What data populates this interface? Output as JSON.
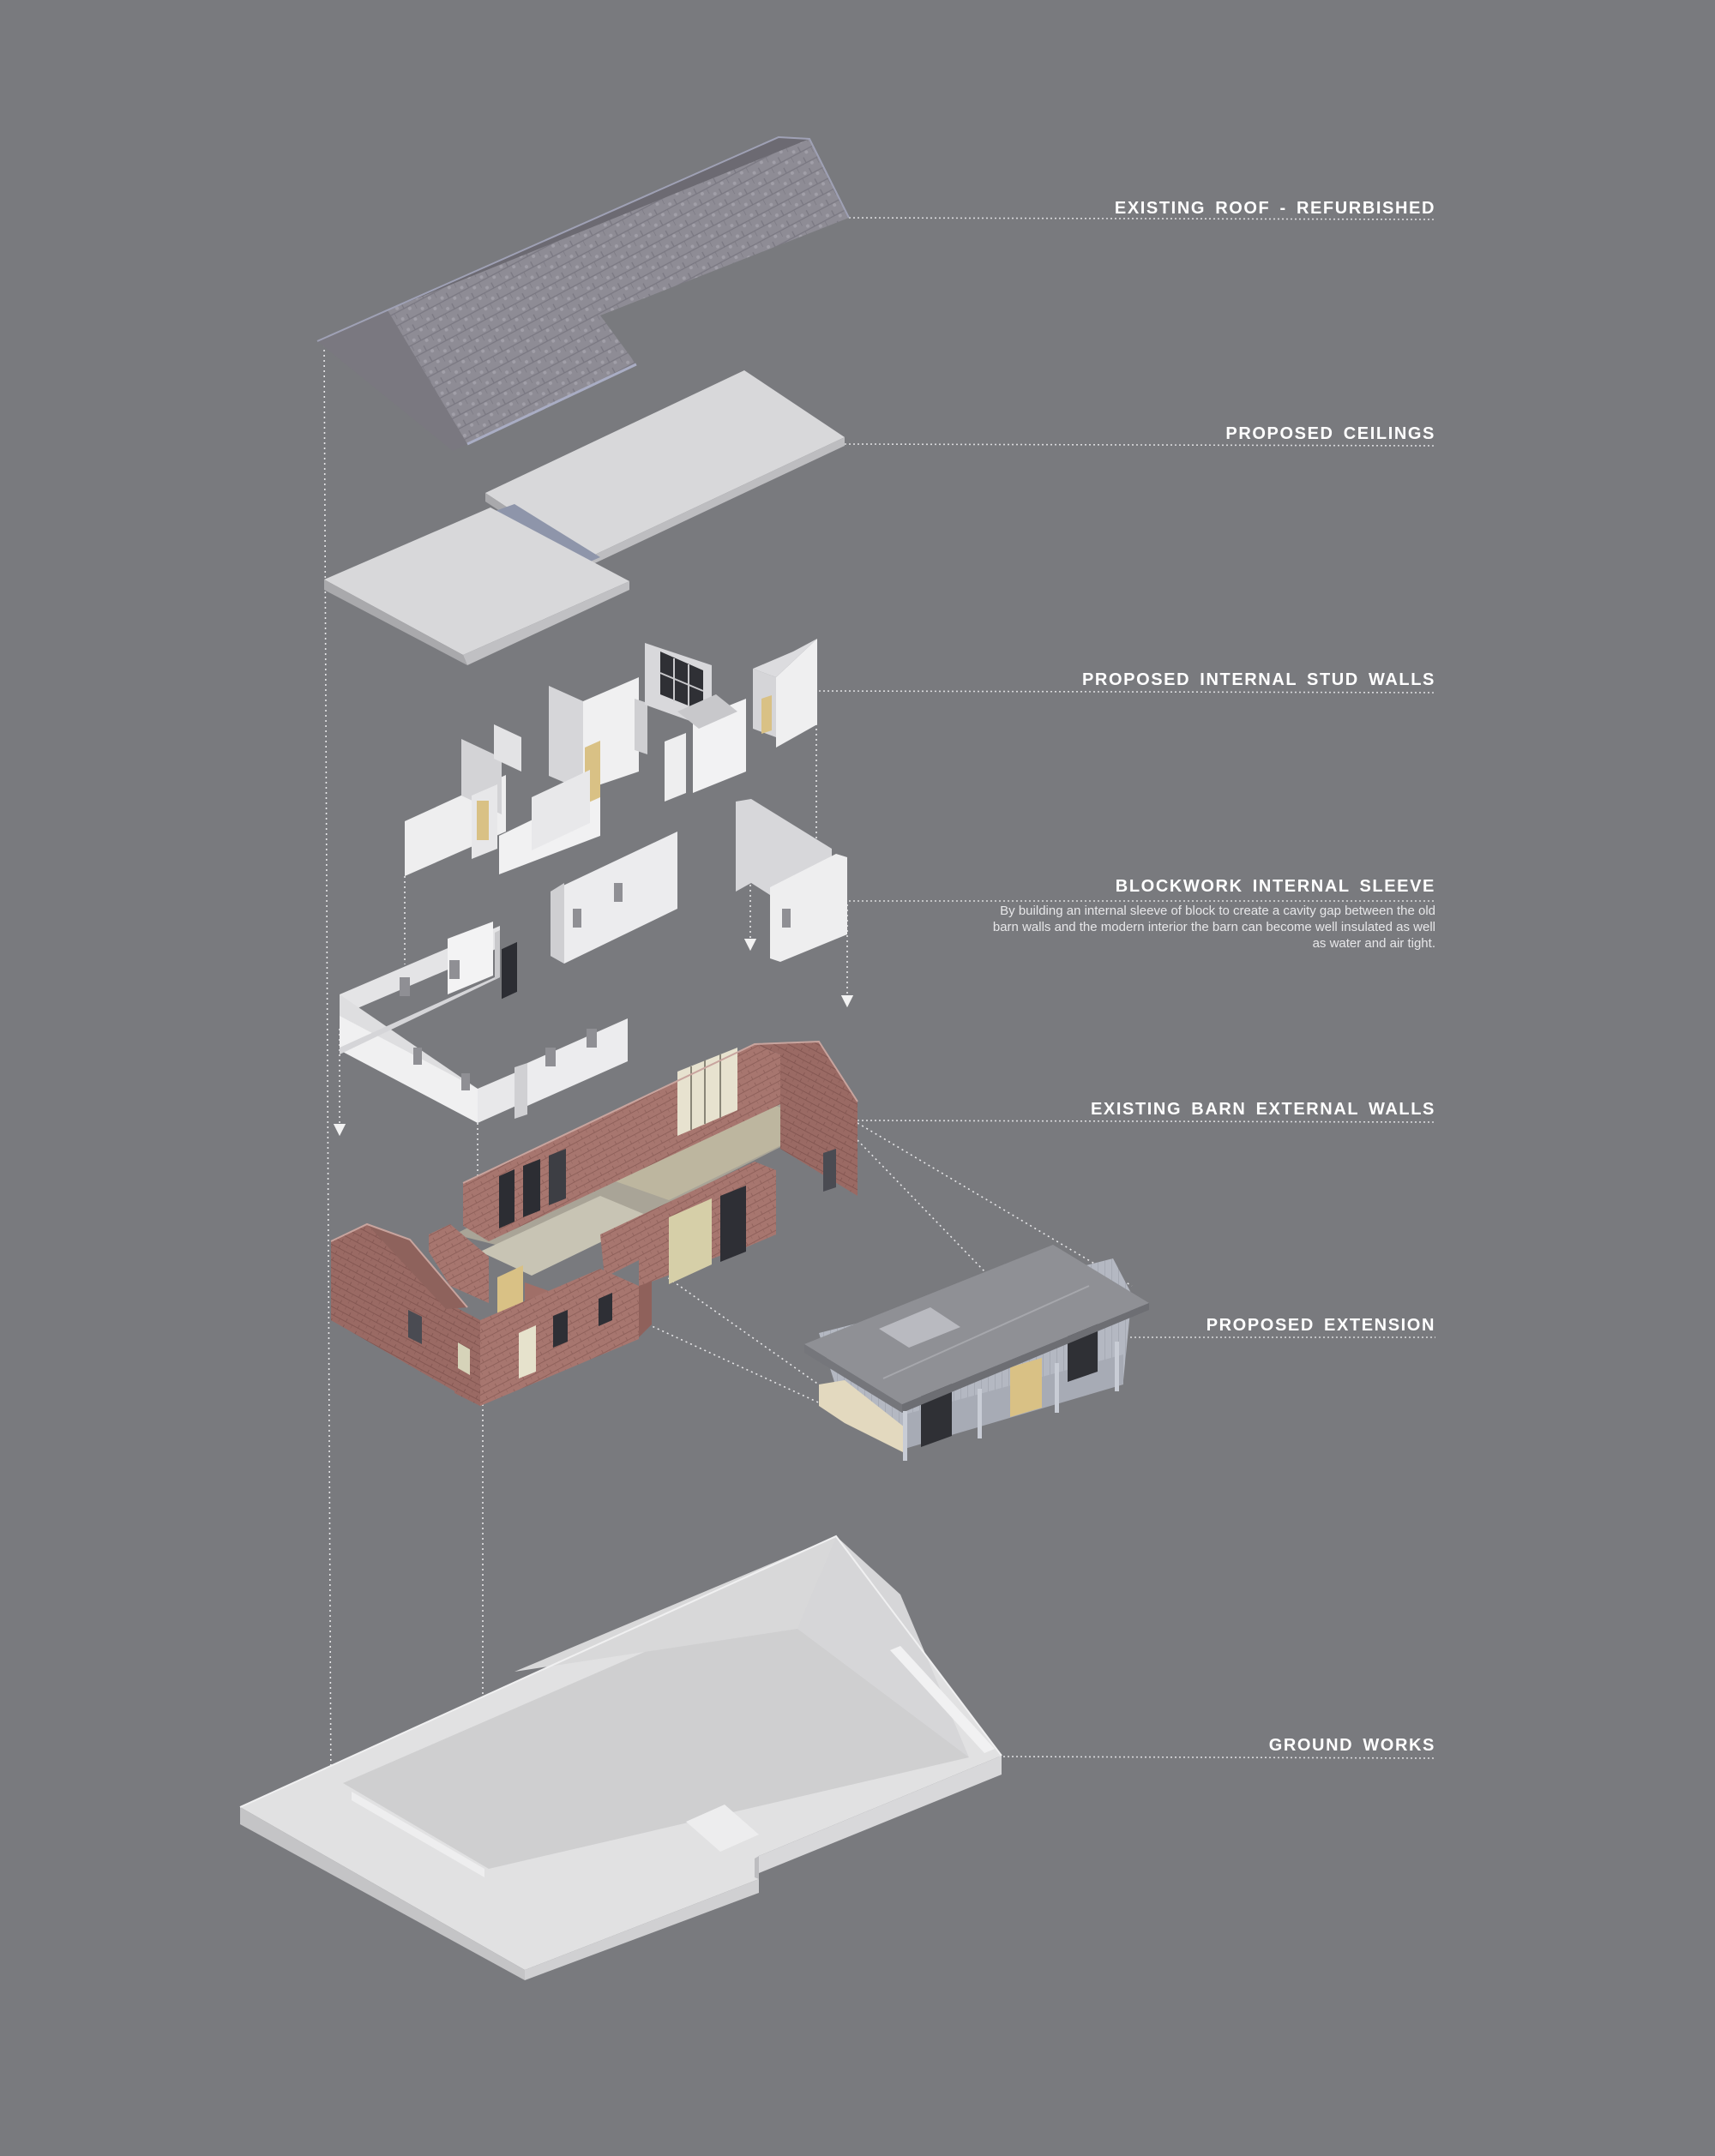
{
  "labels": {
    "roof": "EXISTING ROOF - REFURBISHED",
    "ceilings": "PROPOSED CEILINGS",
    "stud_walls": "PROPOSED INTERNAL STUD WALLS",
    "sleeve": "BLOCKWORK INTERNAL SLEEVE",
    "sleeve_description": "By building an internal sleeve of block to create a cavity gap between the old barn walls and the modern interior the barn can become well insulated as well as water and air tight.",
    "external_walls": "EXISTING BARN EXTERNAL WALLS",
    "extension": "PROPOSED EXTENSION",
    "ground_works": "GROUND WORKS"
  },
  "colors": {
    "background": "#797a7e",
    "label_text": "#ffffff",
    "leader_line": "#d9d9dc",
    "roof_tile": "#8d8b94",
    "ceiling": "#d8d8da",
    "wall_white": "#eeeeef",
    "door_timber": "#d9c185",
    "brick": "#a7766f",
    "extension_roof": "#8f9095",
    "extension_cladding": "#b3b7c1",
    "ground_slab": "#dcdcdd"
  }
}
